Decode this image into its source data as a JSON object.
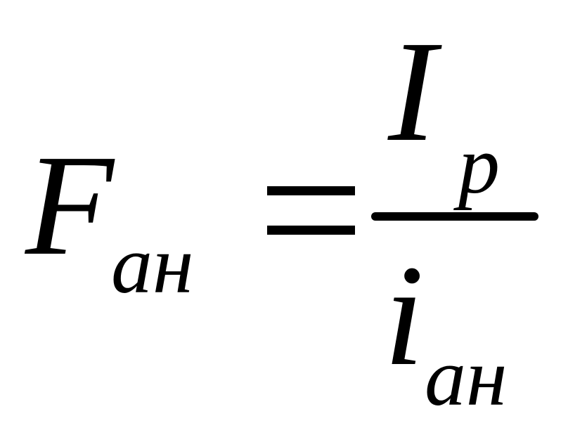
{
  "formula": {
    "lhs": {
      "symbol": "F",
      "subscript": "ан"
    },
    "operator": "=",
    "numerator": {
      "symbol": "I",
      "subscript": "p"
    },
    "denominator": {
      "symbol": "i",
      "subscript": "ан"
    }
  }
}
